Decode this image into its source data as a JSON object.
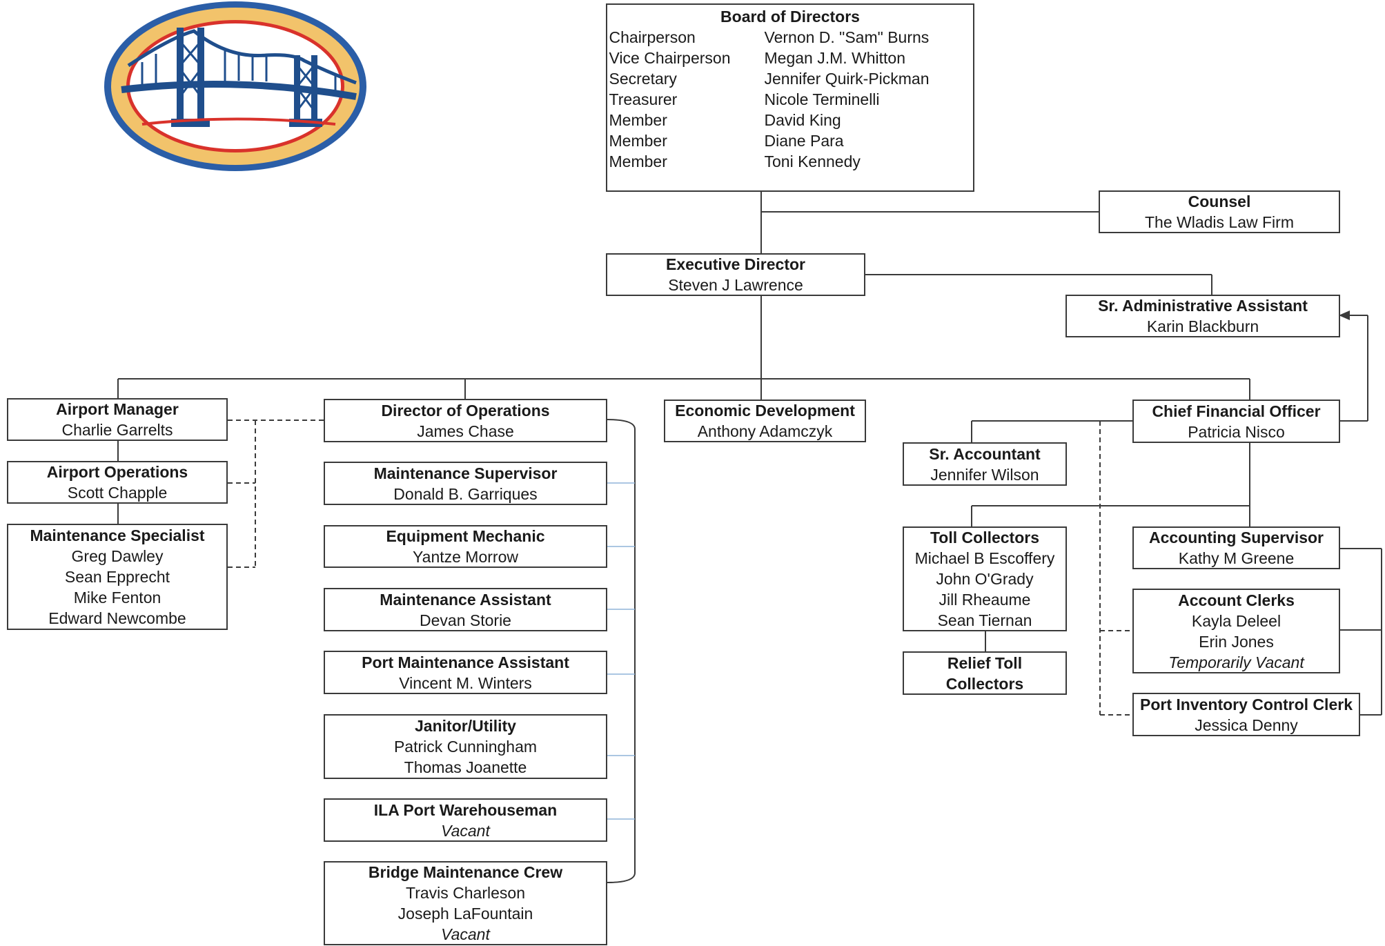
{
  "board": {
    "title": "Board of Directors",
    "members": [
      {
        "role": "Chairperson",
        "name": "Vernon D. \"Sam\" Burns"
      },
      {
        "role": "Vice Chairperson",
        "name": "Megan J.M. Whitton"
      },
      {
        "role": "Secretary",
        "name": "Jennifer Quirk-Pickman"
      },
      {
        "role": "Treasurer",
        "name": "Nicole Terminelli"
      },
      {
        "role": "Member",
        "name": "David King"
      },
      {
        "role": "Member",
        "name": "Diane Para"
      },
      {
        "role": "Member",
        "name": "Toni Kennedy"
      }
    ]
  },
  "counsel": {
    "title": "Counsel",
    "name": "The Wladis Law Firm"
  },
  "executive_director": {
    "title": "Executive Director",
    "name": "Steven J Lawrence"
  },
  "sr_admin_assistant": {
    "title": "Sr. Administrative Assistant",
    "name": "Karin Blackburn"
  },
  "airport": {
    "manager": {
      "title": "Airport Manager",
      "name": "Charlie Garrelts"
    },
    "operations": {
      "title": "Airport Operations",
      "name": "Scott Chapple"
    },
    "maintenance_specialist": {
      "title": "Maintenance Specialist",
      "names": [
        "Greg Dawley",
        "Sean Epprecht",
        "Mike Fenton",
        "Edward Newcombe"
      ]
    }
  },
  "operations": {
    "director": {
      "title": "Director of Operations",
      "name": "James Chase"
    },
    "maintenance_supervisor": {
      "title": "Maintenance Supervisor",
      "name": "Donald B. Garriques"
    },
    "equipment_mechanic": {
      "title": "Equipment Mechanic",
      "name": "Yantze Morrow"
    },
    "maintenance_assistant": {
      "title": "Maintenance Assistant",
      "name": "Devan Storie"
    },
    "port_maintenance_assistant": {
      "title": "Port Maintenance Assistant",
      "name": "Vincent M. Winters"
    },
    "janitor": {
      "title": "Janitor/Utility",
      "names": [
        "Patrick Cunningham",
        "Thomas Joanette"
      ]
    },
    "ila_warehouseman": {
      "title": "ILA Port Warehouseman",
      "vacant": "Vacant"
    },
    "bridge_crew": {
      "title": "Bridge Maintenance Crew",
      "names": [
        "Travis Charleson",
        "Joseph LaFountain"
      ],
      "vacant": "Vacant"
    }
  },
  "economic_development": {
    "title": "Economic Development",
    "name": "Anthony Adamczyk"
  },
  "finance": {
    "cfo": {
      "title": "Chief Financial Officer",
      "name": "Patricia Nisco"
    },
    "sr_accountant": {
      "title": "Sr. Accountant",
      "name": "Jennifer Wilson"
    },
    "toll_collectors": {
      "title": "Toll Collectors",
      "names": [
        "Michael B Escoffery",
        "John O'Grady",
        "Jill Rheaume",
        "Sean Tiernan"
      ]
    },
    "relief_toll": {
      "title_line1": "Relief Toll",
      "title_line2": "Collectors"
    },
    "accounting_supervisor": {
      "title": "Accounting Supervisor",
      "name": "Kathy M Greene"
    },
    "account_clerks": {
      "title": "Account Clerks",
      "names": [
        "Kayla Deleel",
        "Erin Jones"
      ],
      "vacant": "Temporarily Vacant"
    },
    "inventory_clerk": {
      "title": "Port Inventory Control Clerk",
      "name": "Jessica Denny"
    }
  },
  "colors": {
    "line": "#3a3a3a",
    "blue_connector": "#8fb4d8",
    "logo_blue": "#1f4e8c",
    "logo_gold": "#f2c36b",
    "logo_red": "#d9322b"
  }
}
